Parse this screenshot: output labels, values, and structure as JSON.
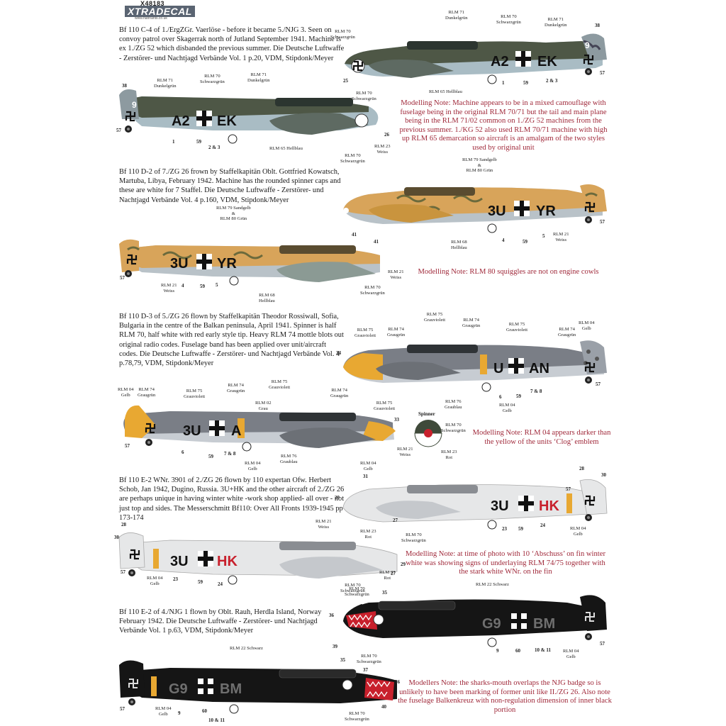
{
  "brand": {
    "code": "X48183",
    "name": "XTRADECAL",
    "url": "www.hannants.co.uk"
  },
  "colors": {
    "note": "#a0293a",
    "rlm70": "#3f4a3a",
    "rlm71": "#5d6248",
    "rlm65": "#a9bcc4",
    "rlm79": "#d8a45a",
    "rlm80": "#6b6a3c",
    "rlm76": "#c7ccd2",
    "rlm74": "#5a5e60",
    "rlm75": "#8c8e99",
    "rlm04": "#e8a832",
    "rlm22": "#151515",
    "rlm21": "#e6e6e6",
    "rlm23": "#c8202c"
  },
  "sections": [
    {
      "desc": "Bf 110 C-4 of 1./ErgZGr. Vaerlöse - before it became 5./NJG 3. Seen on convoy patrol over Skagerrak north of Jutland September 1941. Machine is ex 1./ZG 52 which disbanded the previous summer. Die Deutsche Luftwaffe - Zerstörer- und Nachtjagd Verbände Vol. 1 p.20, VDM, Stipdonk/Meyer",
      "note": "Modelling Note: Machine appears to be in a mixed camouflage with fuselage being in the original RLM 70/71 but the tail and main plane being in the RLM 71/02 common on 1./ZG 52 machines from the previous summer. 1./KG 52 also used RLM 70/71 machine with high up RLM 65 demarcation so aircraft is an amalgam of the two styles used by original unit",
      "code_left": "A2",
      "code_right": "EK",
      "tail": "9",
      "labels": [
        "RLM 70\nSchwarzgrün",
        "RLM 71\nDunkelgrün",
        "RLM 70\nSchwarzgrün",
        "RLM 71\nDunkelgrün",
        "RLM 65 Hellblau",
        "RLM 71\nDunkelgrün",
        "RLM 70\nSchwarzgrün",
        "RLM 71\nDunkelgrün",
        "RLM 70\nSchwarzgrün",
        "RLM 65 Hellblau",
        "RLM 23\nWeiss",
        "RLM 70\nSchwarzgrün"
      ],
      "nums": [
        "38",
        "25",
        "1",
        "59",
        "2 & 3",
        "57",
        "38",
        "57",
        "1",
        "59",
        "2 & 3",
        "26"
      ]
    },
    {
      "desc": "Bf 110 D-2 of 7./ZG 26 frown by Staffelkapitän Oblt. Gottfried Kowatsch, Martuba, Libya, February 1942. Machine has the rounded spinner caps and these are white for 7 Staffel. Die Deutsche Luftwaffe - Zerstörer- und Nachtjagd Verbände Vol. 4 p.160, VDM, Stipdonk/Meyer",
      "note": "Modelling Note: RLM 80 squiggles are not on engine cowls",
      "code_left": "3U",
      "code_right": "YR",
      "labels": [
        "RLM 79 Sandgelb\n&\nRLM 80 Grün",
        "RLM 68\nHellblau",
        "RLM 21\nWeiss",
        "RLM 79 Sandgelb\n&\nRLM 80 Grün",
        "RLM 21\nWeiss",
        "RLM 68\nHellblau",
        "RLM 21\nWeiss",
        "RLM 70\nSchwarzgrün"
      ],
      "nums": [
        "57",
        "41",
        "4",
        "59",
        "5",
        "57",
        "4",
        "59",
        "5",
        "41"
      ]
    },
    {
      "desc": "Bf 110 D-3 of 5./ZG 26 flown by Staffelkapitän Theodor Rossiwall, Sofia, Bulgaria in the centre of the Balkan peninsula, April 1941. Spinner is half RLM 70, half white with red early style tip. Heavy RLM 74 mottle blots out original radio codes. Fuselage band has been applied over unit/aircraft codes. Die Deutsche Luftwaffe - Zerstörer- und Nachtjagd Verbände Vol. 4 p.78,79, VDM, Stipdonk/Meyer",
      "note": "Modelling Note: RLM 04 appears darker than the yellow of the units ‘Clog’ emblem",
      "code_left": "U",
      "code_right": "AN",
      "code_left2": "3U",
      "code_right2": "A",
      "spinner_title": "Spinner",
      "labels": [
        "RLM 75\nGrauviolett",
        "RLM 74\nGraugrün",
        "RLM 75\nGrauviolett",
        "RLM 74\nGraugrün",
        "RLM 75\nGrauviolett",
        "RLM 74\nGraugrün",
        "RLM 04\nGelb",
        "RLM 76\nGraublau",
        "RLM 04\nGelb",
        "RLM 04\nGelb",
        "RLM 74\nGraugrün",
        "RLM 75\nGrauviolett",
        "RLM 74\nGraugrün",
        "RLM 75\nGrauviolett",
        "RLM 02\nGrau",
        "RLM 74\nGraugrün",
        "RLM 75\nGrauviolett",
        "RLM 76\nGraublau",
        "RLM 04\nGelb",
        "RLM 04\nGelb",
        "RLM 70\nSchwarzgrün",
        "RLM 21\nWeiss",
        "RLM 23\nRot"
      ],
      "nums": [
        "34",
        "57",
        "6",
        "59",
        "7 & 8",
        "57",
        "6",
        "59",
        "7 & 8",
        "33"
      ]
    },
    {
      "desc": "Bf 110 E-2 WNr. 3901 of 2./ZG 26 flown by 110 expertan Ofw. Herbert Schob, Jan 1942, Dugino, Russia. 3U+HK and the other aircraft of 2./ZG 26 are perhaps unique in having winter white -work shop applied- all over - not just top and sides. The Messerschmitt Bf110: Over All Fronts 1939-1945 pp 173-174",
      "note": "Modelling Note: at time of photo with 10 ‘Abschuss’ on fin winter white was showing signs of underlaying RLM 74/75 together with the stark white WNr. on the fin",
      "code_left": "3U",
      "code_right": "HK",
      "labels": [
        "RLM 23\nRot",
        "RLM 70\nSchwarzgrün",
        "RLM 04\nGelb",
        "RLM 21\nWeiss",
        "RLM 04\nGelb",
        "RLM 23\nRot",
        "RLM 70\nSchwarzgrün"
      ],
      "nums": [
        "28",
        "30",
        "57",
        "31",
        "29",
        "27",
        "23",
        "59",
        "24",
        "28",
        "30",
        "57",
        "23",
        "59",
        "24",
        "27",
        "29"
      ]
    },
    {
      "desc": "Bf 110 E-2 of 4./NJG 1 flown by Oblt. Rauh, Herdla Island, Norway February 1942. Die Deutsche Luftwaffe - Zerstörer- und Nachtjagd Verbände Vol. 1 p.63, VDM, Stipdonk/Meyer",
      "note": "Modellers Note: the sharks-mouth overlaps the NJG badge so is unlikely to have been marking of former unit like II./ZG 26. Also note the fuselage Balkenkreuz with non-regulation dimension of inner black portion",
      "code_left": "G9",
      "code_right": "BM",
      "labels": [
        "RLM 22 Schwarz",
        "RLM 70\nSchwarzgrün",
        "RLM 04\nGelb",
        "RLM 22 Schwarz",
        "RLM 04\nGelb",
        "RLM 70\nSchwarzgrün",
        "RLM 70\nSchwarzgrün"
      ],
      "nums": [
        "35",
        "36",
        "39",
        "9",
        "60",
        "10 & 11",
        "57",
        "35",
        "37",
        "36",
        "57",
        "9",
        "60",
        "10 & 11",
        "40"
      ]
    }
  ]
}
